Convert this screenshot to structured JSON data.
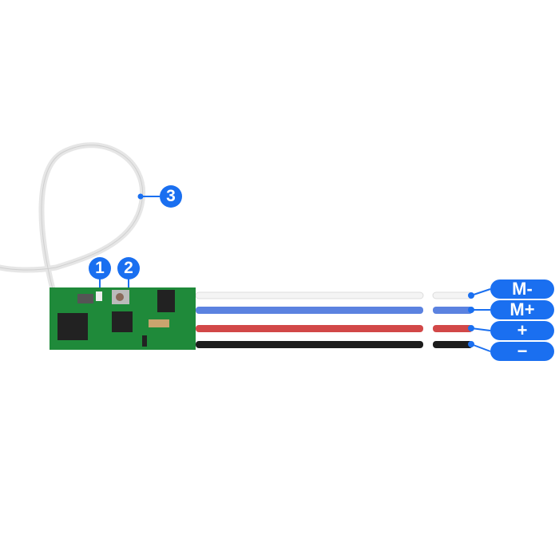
{
  "callouts": [
    {
      "number": "1"
    },
    {
      "number": "2"
    },
    {
      "number": "3"
    }
  ],
  "wire_labels": [
    {
      "label": "M-",
      "wire_color": "#f2f2f2"
    },
    {
      "label": "M+",
      "wire_color": "#5b82e0"
    },
    {
      "label": "+",
      "wire_color": "#d24848"
    },
    {
      "label": "−",
      "wire_color": "#1c1c1c"
    }
  ],
  "colors": {
    "accent": "#1a6ff0",
    "pcb": "#1f8a3a"
  }
}
